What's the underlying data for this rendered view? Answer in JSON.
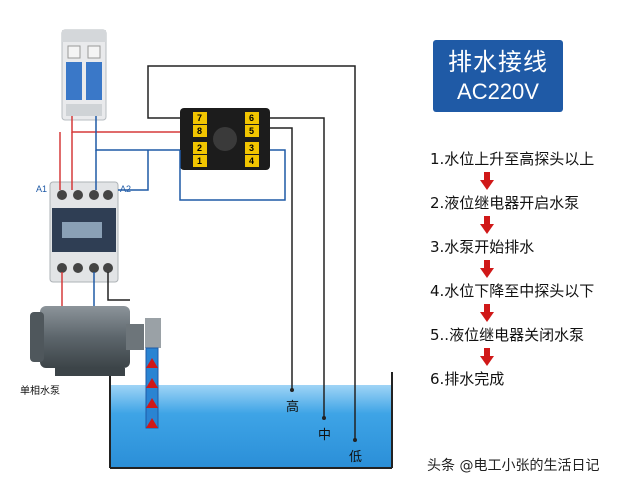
{
  "title": {
    "main": "排水接线",
    "sub": "AC220V"
  },
  "steps": [
    "1.水位上升至高探头以上",
    "2.液位继电器开启水泵",
    "3.水泵开始排水",
    "4.水位下降至中探头以下",
    "5..液位继电器关闭水泵",
    "6.排水完成"
  ],
  "relay_terminals_top": [
    "7",
    "8",
    "6",
    "5"
  ],
  "relay_terminals_bottom": [
    "1",
    "2",
    "3",
    "4"
  ],
  "contactor_labels": {
    "a1": "A1",
    "a2": "A2"
  },
  "pump_label": "单相水泵",
  "probes": {
    "high": "高",
    "mid": "中",
    "low": "低"
  },
  "watermark": "头条 @电工小张的生活日记",
  "colors": {
    "title_bg": "#1f5aa6",
    "arrow": "#d01818",
    "water": "#3ea4e6",
    "wire_red": "#d63a3a",
    "wire_blue": "#1f5aa6",
    "relay_yellow": "#f2c500"
  }
}
